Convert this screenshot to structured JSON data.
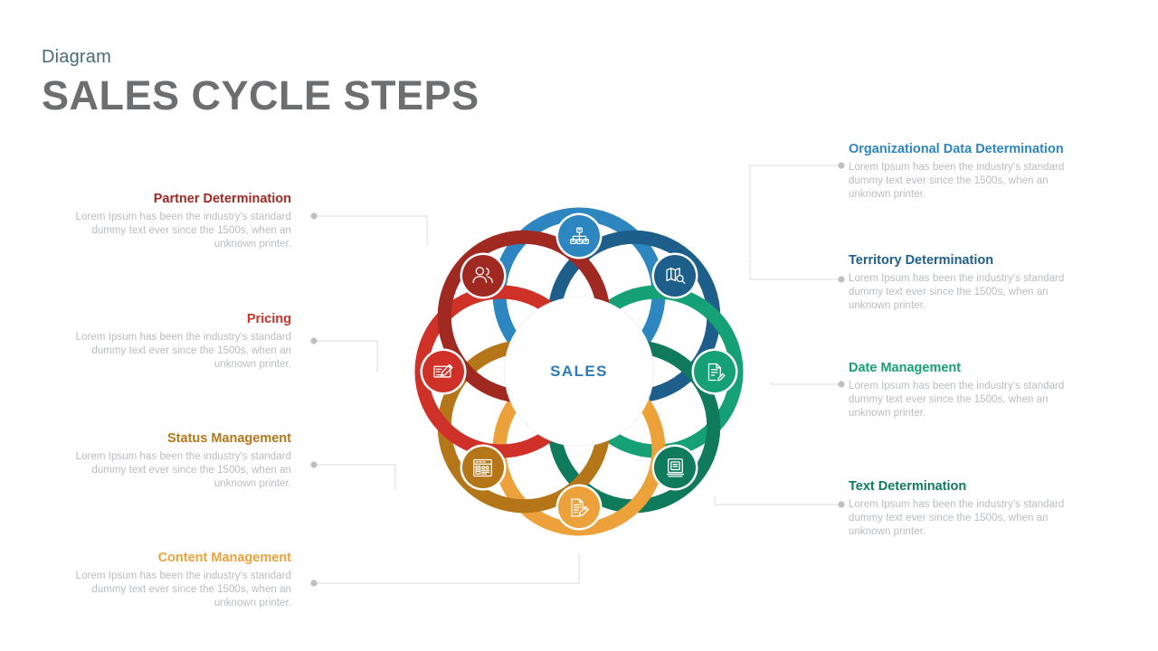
{
  "header": {
    "eyebrow": "Diagram",
    "title": "SALES CYCLE STEPS",
    "eyebrow_color": "#4a6b78",
    "title_color": "#6d6e70"
  },
  "hub": {
    "label": "SALES",
    "color": "#2f7bb5"
  },
  "body_text": "Lorem Ipsum has been the industry's standard dummy text ever since the 1500s, when an unknown printer.",
  "body_text_color": "#b9bcc0",
  "leader_color": "#e2e2e2",
  "leader_dot_color": "#bfbfbf",
  "steps": [
    {
      "id": "organizational-data-determination",
      "title": "Organizational Data Determination",
      "body": "Lorem Ipsum has been the industry's standard dummy text ever since the 1500s, when an unknown printer.",
      "color": "#2e86c1",
      "icon": "org-chart-icon",
      "side": "right",
      "angle_deg": -90
    },
    {
      "id": "territory-determination",
      "title": "Territory Determination",
      "body": "Lorem Ipsum has been the industry's standard dummy text ever since the 1500s, when an unknown printer.",
      "color": "#1d5f8a",
      "icon": "map-search-icon",
      "side": "right",
      "angle_deg": -45
    },
    {
      "id": "date-management",
      "title": "Date Management",
      "body": "Lorem Ipsum has been the industry's standard dummy text ever since the 1500s, when an unknown printer.",
      "color": "#16a075",
      "icon": "document-edit-icon",
      "side": "right",
      "angle_deg": 0
    },
    {
      "id": "text-determination",
      "title": "Text Determination",
      "body": "Lorem Ipsum has been the industry's standard dummy text ever since the 1500s, when an unknown printer.",
      "color": "#107a5c",
      "icon": "book-text-icon",
      "side": "right",
      "angle_deg": 45
    },
    {
      "id": "content-management",
      "title": "Content Management",
      "body": "Lorem Ipsum has been the industry's standard dummy text ever since the 1500s, when an unknown printer.",
      "color": "#eda13b",
      "icon": "document-pencil-icon",
      "side": "left",
      "angle_deg": 90
    },
    {
      "id": "status-management",
      "title": "Status Management",
      "body": "Lorem Ipsum has been the industry's standard dummy text ever since the 1500s, when an unknown printer.",
      "color": "#b5761a",
      "icon": "report-list-icon",
      "side": "left",
      "angle_deg": 135
    },
    {
      "id": "pricing",
      "title": "Pricing",
      "body": "Lorem Ipsum has been the industry's standard dummy text ever since the 1500s, when an unknown printer.",
      "color": "#cf3129",
      "icon": "cheque-pen-icon",
      "side": "left",
      "angle_deg": 180
    },
    {
      "id": "partner-determination",
      "title": "Partner Determination",
      "body": "Lorem Ipsum has been the industry's standard dummy text ever since the 1500s, when an unknown printer.",
      "color": "#a02a22",
      "icon": "two-people-icon",
      "side": "left",
      "angle_deg": -135
    }
  ]
}
